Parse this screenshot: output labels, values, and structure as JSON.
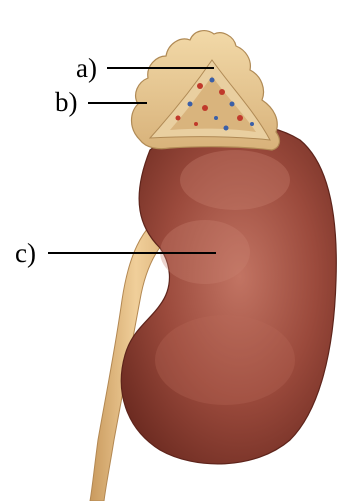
{
  "labels": {
    "a": "a)",
    "b": "b)",
    "c": "c)"
  },
  "colors": {
    "kidney": "#9b4a3c",
    "kidney_dark": "#6e2c22",
    "kidney_light": "#c27463",
    "adrenal_cortex": "#e6c48c",
    "adrenal_medulla": "#caa06a",
    "ureter": "#e8c08a",
    "vessel_red": "#c0392b",
    "vessel_blue": "#3a5fa8"
  }
}
